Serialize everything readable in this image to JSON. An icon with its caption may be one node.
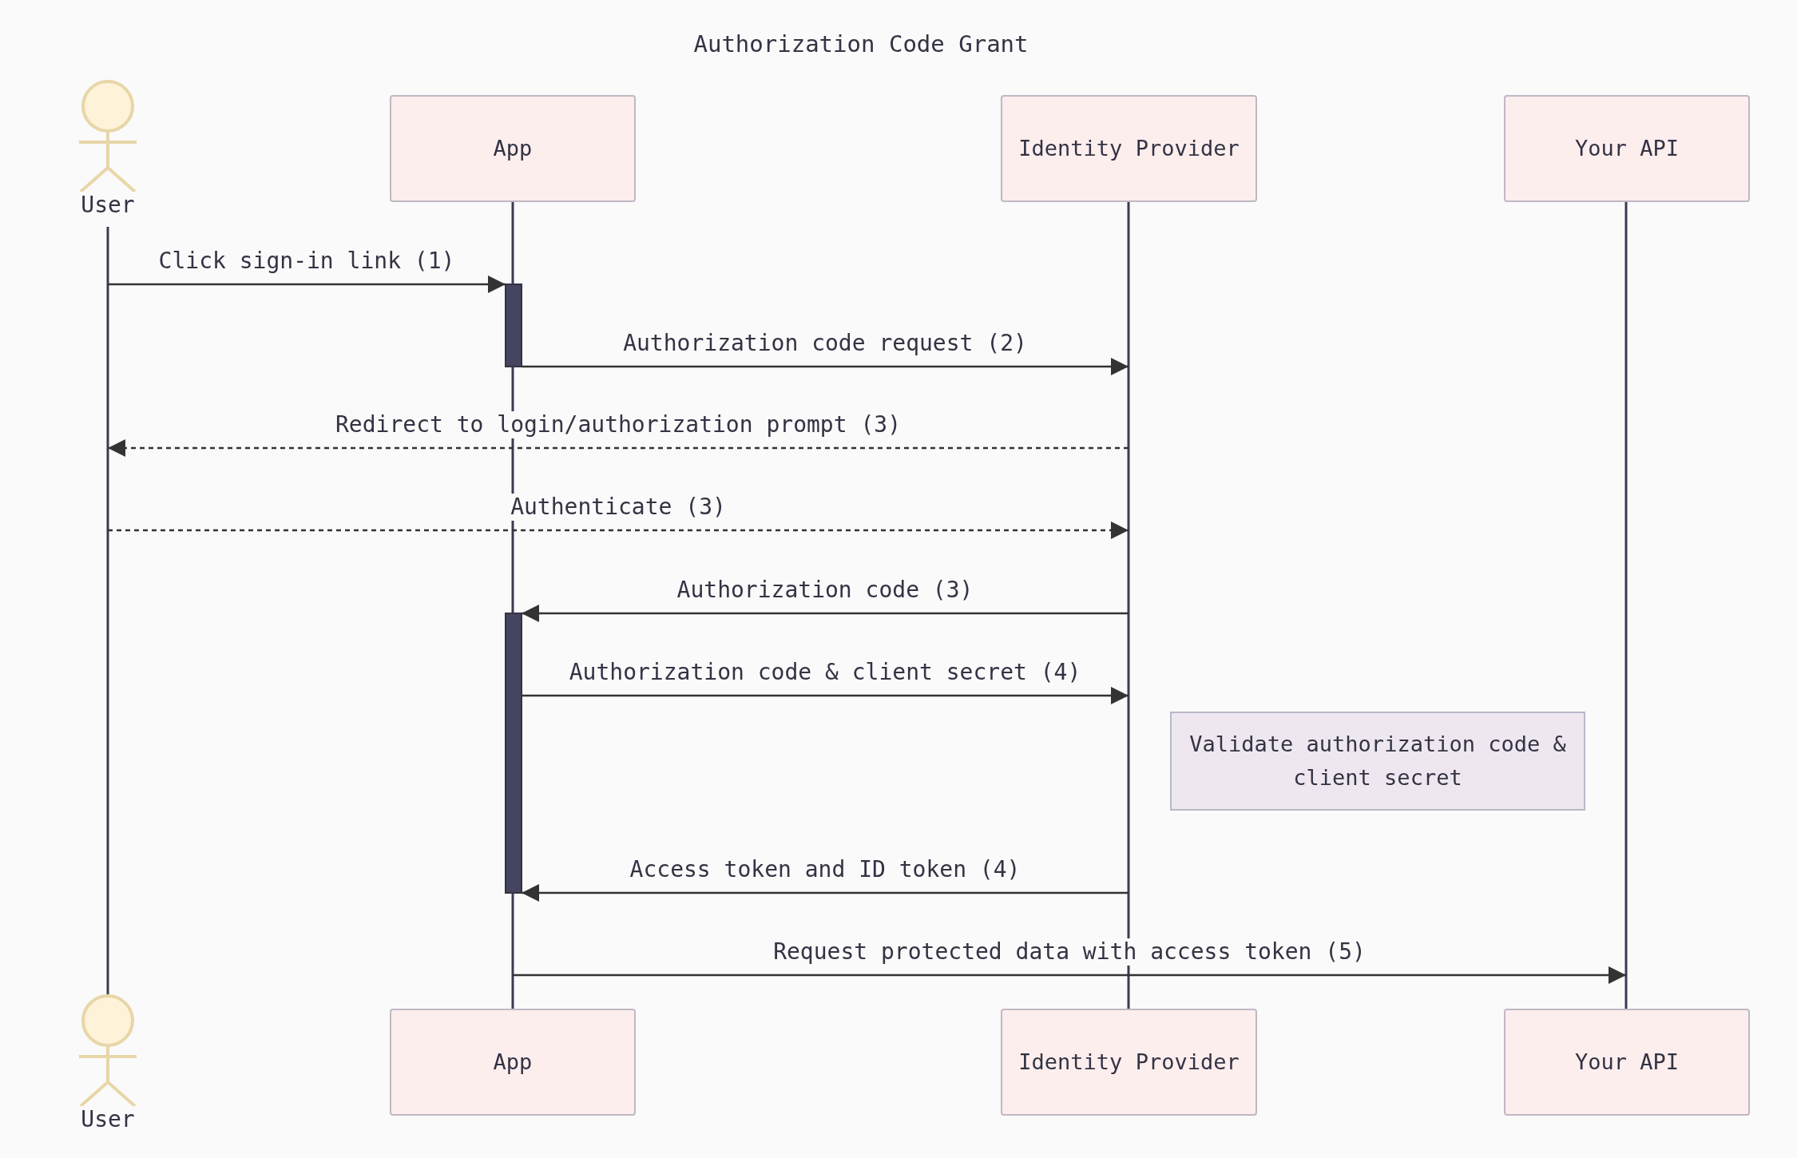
{
  "diagram": {
    "title": "Authorization Code Grant",
    "nodes": [
      {
        "text": [
          "User"
        ]
      },
      {
        "text": [
          "App"
        ]
      },
      {
        "text": [
          "Identity Provider"
        ]
      },
      {
        "text": [
          "Your API"
        ]
      },
      {
        "text": [
          "User"
        ]
      },
      {
        "text": [
          "App"
        ]
      },
      {
        "text": [
          "Identity Provider"
        ]
      },
      {
        "text": [
          "Your API"
        ]
      },
      {
        "text": [],
        "shape": "bar"
      },
      {
        "text": [],
        "shape": "bar"
      },
      {
        "text": [
          "Validate authorization code & client secret"
        ]
      },
      {
        "text": [],
        "shape": "line"
      },
      {
        "text": [],
        "shape": "line"
      },
      {
        "text": [],
        "shape": "line"
      },
      {
        "text": [],
        "shape": "line"
      }
    ],
    "edges": [
      {
        "from": 11,
        "to": 8,
        "arrow": "to",
        "label": "Click sign-in link (1)"
      },
      {
        "from": 8,
        "to": 13,
        "arrow": "to",
        "label": "Authorization code request (2)"
      },
      {
        "from": 13,
        "to": 11,
        "arrow": "to",
        "label": "Redirect to login/authorization prompt (3)",
        "style": "dashed"
      },
      {
        "from": 11,
        "to": 13,
        "arrow": "to",
        "label": "Authenticate (3)",
        "style": "dashed"
      },
      {
        "from": 13,
        "to": 9,
        "arrow": "to",
        "label": "Authorization code (3)"
      },
      {
        "from": 9,
        "to": 13,
        "arrow": "to",
        "label": "Authorization code & client secret (4)"
      },
      {
        "from": 13,
        "to": 9,
        "arrow": "to",
        "label": "Access token and ID token (4)"
      },
      {
        "from": 12,
        "to": 14,
        "arrow": "to",
        "label": "Request protected data with access token (5)"
      }
    ]
  }
}
